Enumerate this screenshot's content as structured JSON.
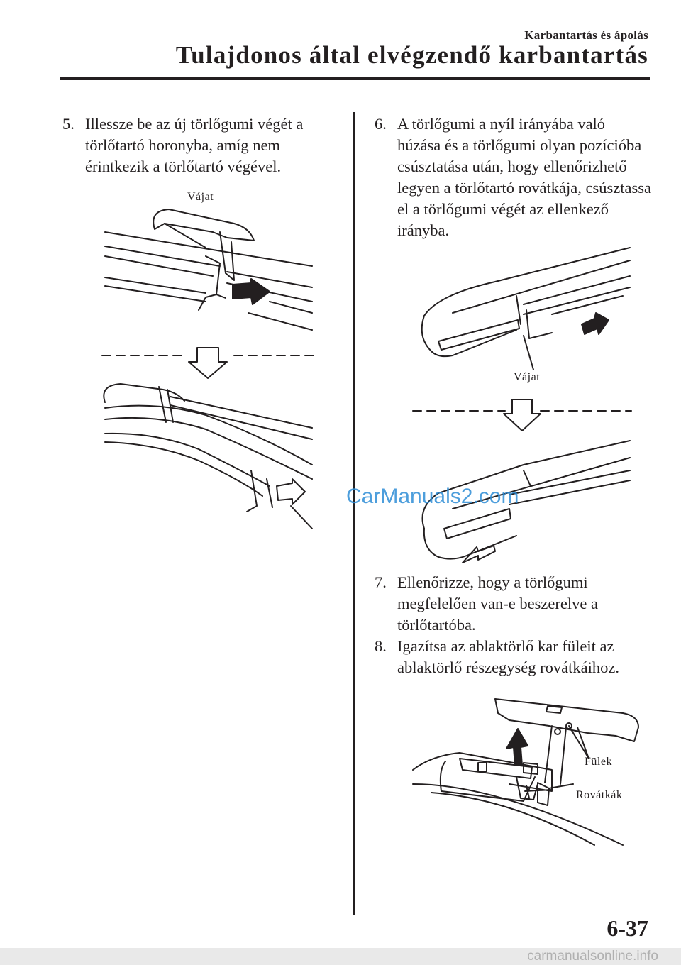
{
  "header": {
    "section": "Karbantartás és ápolás",
    "title": "Tulajdonos által elvégzendő karbantartás"
  },
  "steps": [
    {
      "number": "5.",
      "text": "Illessze be az új törlőgumi végét a törlőtartó horonyba, amíg nem érintkezik a törlőtartó végével."
    },
    {
      "number": "6.",
      "text": "A törlőgumi a nyíl irányába való húzása és a törlőgumi olyan pozícióba csúsztatása után, hogy ellenőrizhető legyen a törlőtartó rovátkája, csúsztassa el a törlőgumi végét az ellenkező irányba."
    },
    {
      "number": "7.",
      "text": "Ellenőrizze, hogy a törlőgumi megfelelően van-e beszerelve a törlőtartóba."
    },
    {
      "number": "8.",
      "text": "Igazítsa az ablaktörlő kar füleit az ablaktörlő részegység rovátkáihoz."
    }
  ],
  "figures": {
    "step5_label": "Vájat",
    "step6_label": "Vájat",
    "step8_tabs_label": "Fülek",
    "step8_notches_label": "Rovátkák"
  },
  "watermark": "CarManuals2.com",
  "footer": {
    "page_number": "6-37",
    "site": "carmanualsonline.info"
  }
}
